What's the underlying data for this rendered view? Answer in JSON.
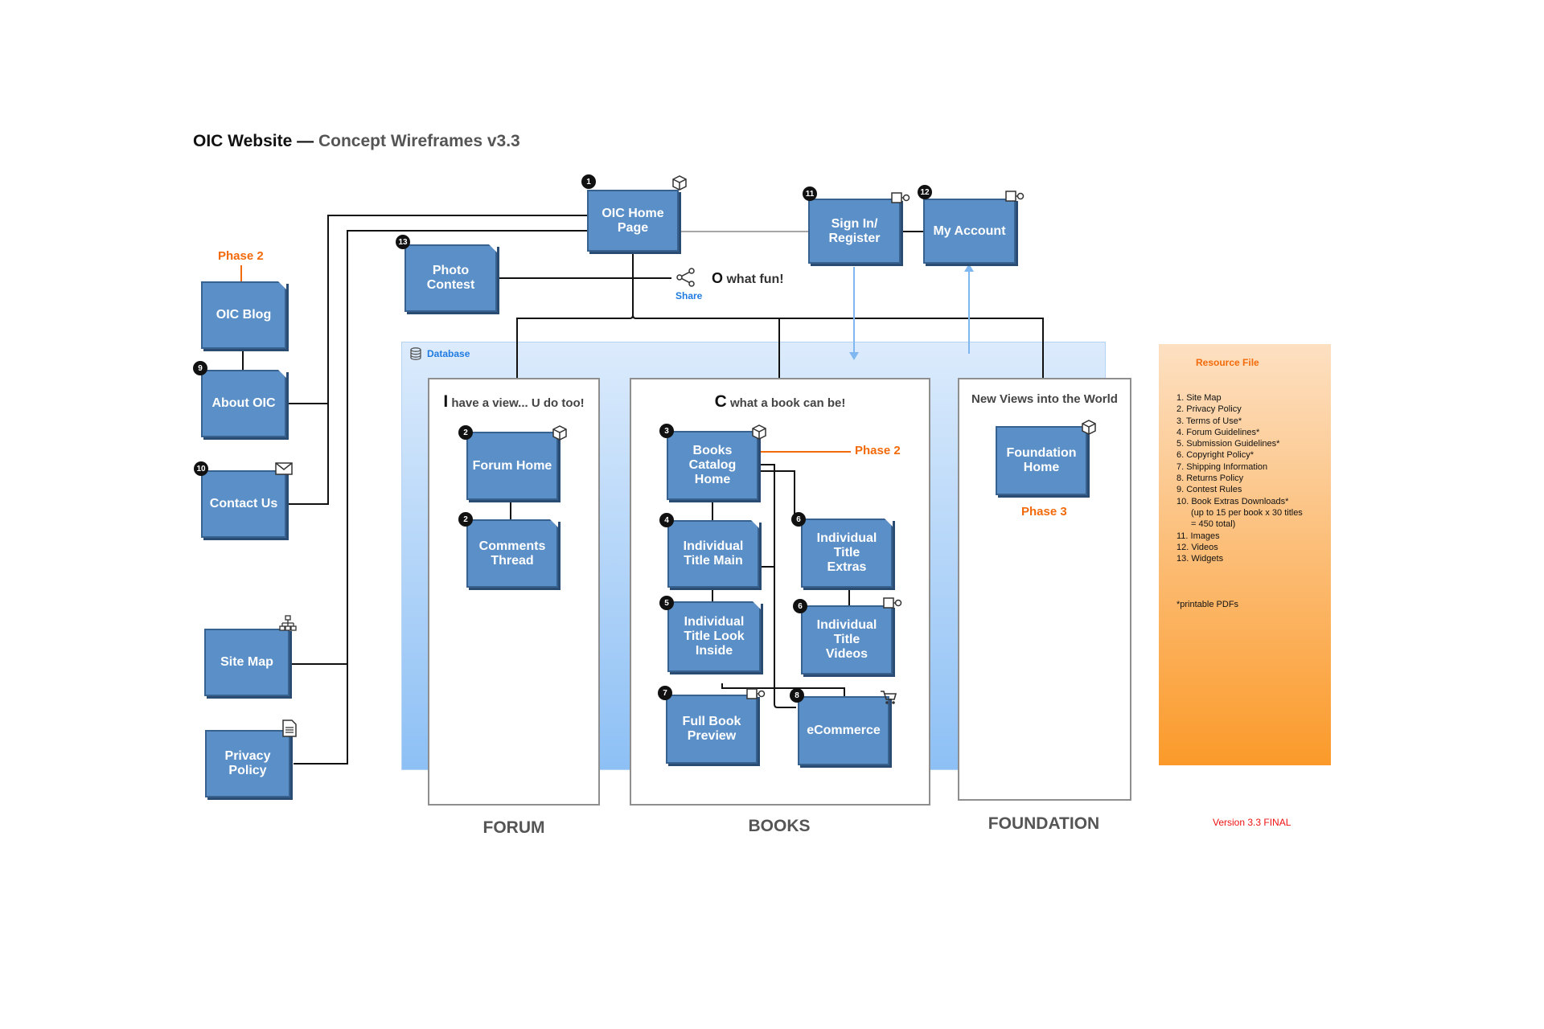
{
  "title": {
    "main": "OIC Website —",
    "sub": "Concept Wireframes v3.3"
  },
  "database_label": "Database",
  "sections": {
    "forum": {
      "head_big": "I",
      "head_rest": "have a view... U do too!",
      "label": "FORUM"
    },
    "books": {
      "head_big": "C",
      "head_rest": "what a book can be!",
      "label": "BOOKS"
    },
    "foundation": {
      "head": "New Views into the World",
      "label": "FOUNDATION"
    }
  },
  "nodes": {
    "home": {
      "label": "OIC Home\nPage",
      "badge": "1"
    },
    "signin": {
      "label": "Sign In/\nRegister",
      "badge": "11"
    },
    "account": {
      "label": "My Account",
      "badge": "12"
    },
    "photo": {
      "label": "Photo\nContest",
      "badge": "13"
    },
    "blog": {
      "label": "OIC Blog"
    },
    "about": {
      "label": "About OIC",
      "badge": "9"
    },
    "contact": {
      "label": "Contact Us",
      "badge": "10"
    },
    "sitemap": {
      "label": "Site Map"
    },
    "privacy": {
      "label": "Privacy\nPolicy"
    },
    "forumhome": {
      "label": "Forum Home",
      "badge": "2"
    },
    "comments": {
      "label": "Comments\nThread",
      "badge": "2"
    },
    "catalog": {
      "label": "Books\nCatalog\nHome",
      "badge": "3"
    },
    "titlemain": {
      "label": "Individual\nTitle Main",
      "badge": "4"
    },
    "lookinside": {
      "label": "Individual\nTitle Look\nInside",
      "badge": "5"
    },
    "preview": {
      "label": "Full Book\nPreview",
      "badge": "7"
    },
    "extras": {
      "label": "Individual\nTitle\nExtras",
      "badge": "6"
    },
    "videos": {
      "label": "Individual\nTitle\nVideos",
      "badge": "6"
    },
    "ecommerce": {
      "label": "eCommerce",
      "badge": "8"
    },
    "foundationhome": {
      "label": "Foundation\nHome"
    }
  },
  "phases": {
    "blog": "Phase 2",
    "catalog": "Phase 2",
    "foundation": "Phase 3"
  },
  "share": {
    "label": "Share",
    "fun_big": "O",
    "fun_rest": "what fun!"
  },
  "resource": {
    "title": "Resource File",
    "items": [
      "1. Site Map",
      "2. Privacy Policy",
      "3. Terms of Use*",
      "4. Forum Guidelines*",
      "5. Submission Guidelines*",
      "6. Copyright Policy*",
      "7. Shipping Information",
      "8. Returns Policy",
      "9. Contest Rules",
      "10. Book Extras Downloads*",
      "(up to 15 per book x 30 titles",
      "= 450 total)",
      "11. Images",
      "12. Videos",
      "13. Widgets"
    ],
    "note": "*printable PDFs"
  },
  "version": "Version 3.3 FINAL",
  "colors": {
    "node": "#5b8fc7",
    "phase": "#f26a0a",
    "database": "#8dc0f5",
    "resource": "#fb9a2a",
    "version": "#ee1111",
    "link": "#1f7be0"
  }
}
